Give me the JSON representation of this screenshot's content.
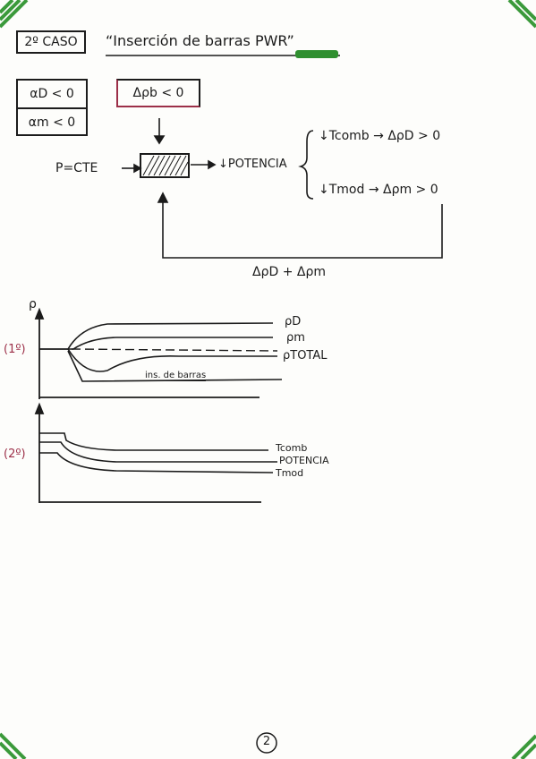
{
  "header": {
    "case_label": "2º CASO",
    "title": "“Inserción de barras PWR”"
  },
  "coefficients": {
    "alpha_d": "αD < 0",
    "alpha_m": "αm < 0",
    "delta_rho_b": "Δρb < 0"
  },
  "flow": {
    "p_cte": "P=CTE",
    "potencia": "↓POTENCIA",
    "tcomb": "↓Tcomb → ΔρD > 0",
    "tmod": "↓Tmod → Δρm > 0",
    "feedback": "ΔρD + Δρm"
  },
  "graph1": {
    "y_label": "ρ",
    "marker": "(1º)",
    "curve_labels": [
      "ρD",
      "ρm",
      "ρTOTAL"
    ],
    "annotation": "ins. de barras"
  },
  "graph2": {
    "marker": "(2º)",
    "curve_labels": [
      "Tcomb",
      "POTENCIA",
      "Tmod"
    ]
  },
  "footer": {
    "page_number": "2"
  },
  "colors": {
    "ink": "#1b1b1b",
    "highlight_green": "#2f8f2f",
    "marker_red": "#9c2f48",
    "corner_green": "#3b9a3b"
  }
}
